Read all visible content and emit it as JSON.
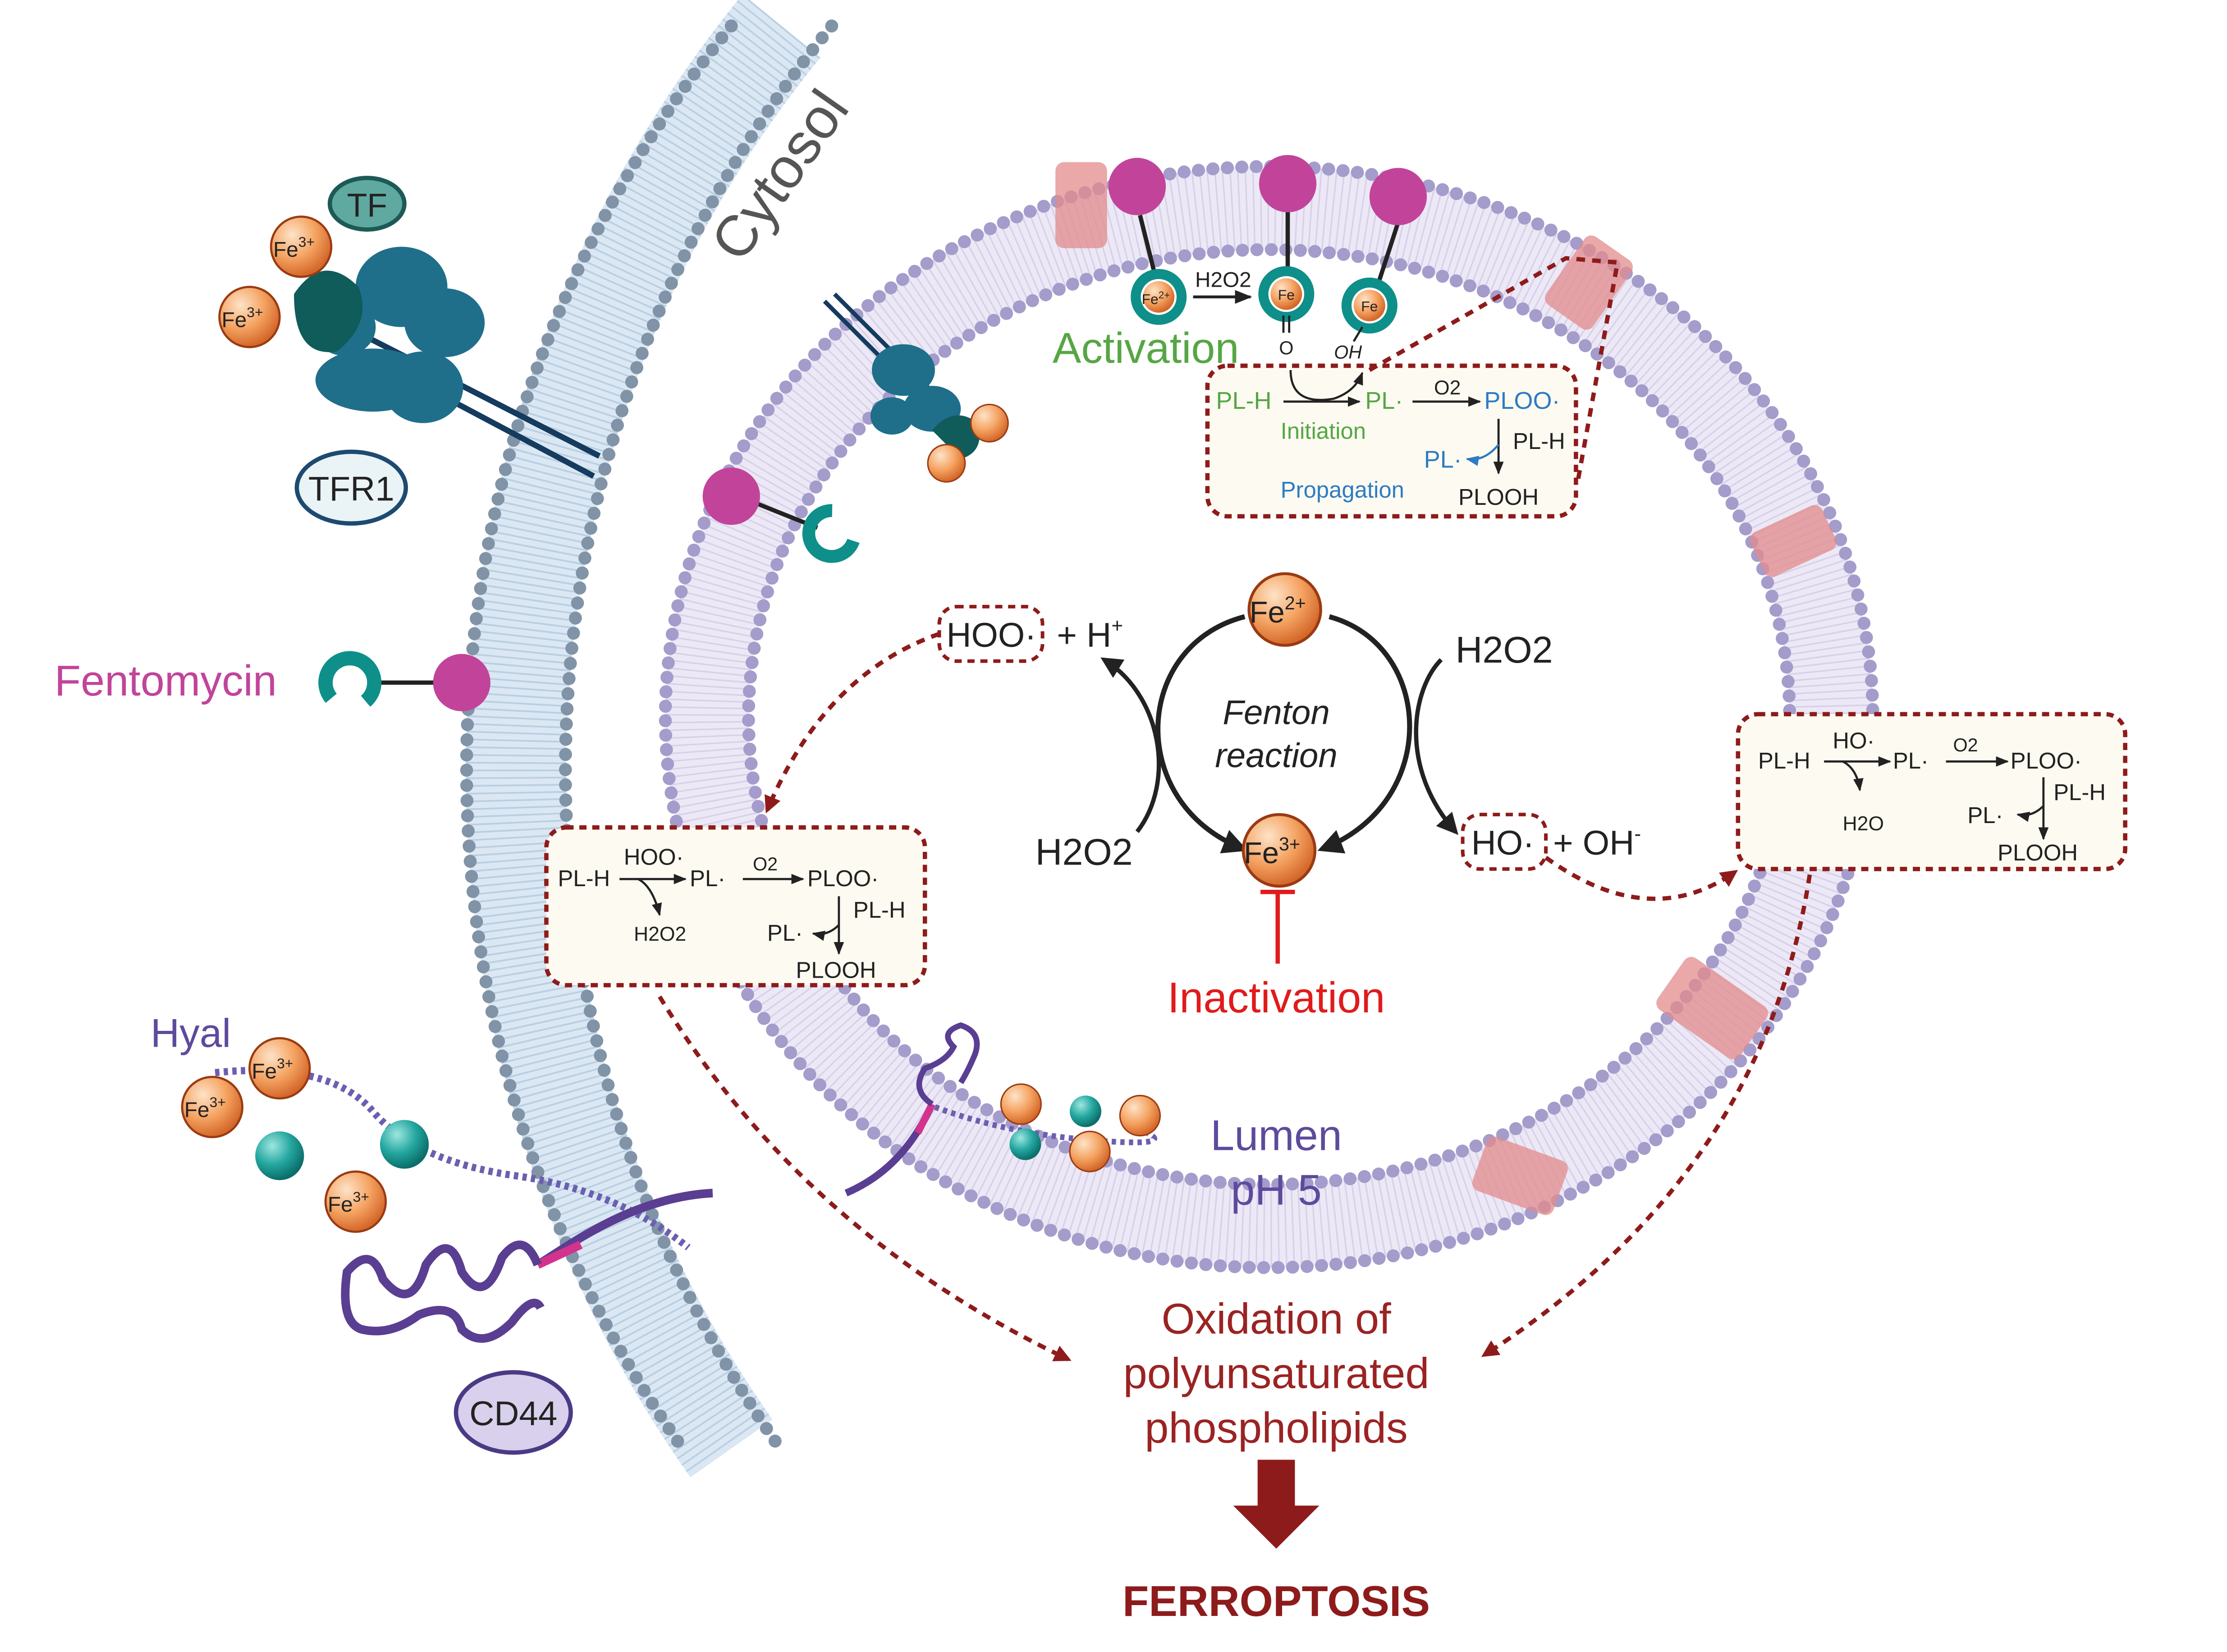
{
  "labels": {
    "cytosol": "Cytosol",
    "tf": "TF",
    "tfr1": "TFR1",
    "fentomycin": "Fentomycin",
    "hyal": "Hyal",
    "cd44": "CD44",
    "lumen": "Lumen",
    "ph": "pH 5",
    "activation": "Activation",
    "fenton_line1": "Fenton",
    "fenton_line2": "reaction",
    "inactivation": "Inactivation",
    "oxidation_line1": "Oxidation of",
    "oxidation_line2": "polyunsaturated",
    "oxidation_line3": "phospholipids",
    "ferroptosis": "FERROPTOSIS"
  },
  "ions": {
    "fe3": "Fe",
    "fe3_sup": "3+",
    "fe2": "Fe",
    "fe2_sup": "2+",
    "fe": "Fe"
  },
  "fenton": {
    "top_ion": "Fe",
    "top_sup": "2+",
    "bottom_ion": "Fe",
    "bottom_sup": "3+",
    "h2o2_right": "H2O2",
    "h2o2_left": "H2O2",
    "hoo_product": "HOO·",
    "h_plus": "+ H",
    "h_plus_sup": "+",
    "ho_product": "HO·",
    "oh_minus": "+ OH",
    "oh_minus_sup": "-"
  },
  "activation_scheme": {
    "h2o2": "H2O2",
    "oxo_o": "O",
    "oh": "OH"
  },
  "box_top": {
    "plh": "PL-H",
    "pl_rad": "PL·",
    "o2": "O2",
    "ploo": "PLOO·",
    "initiation": "Initiation",
    "plh2": "PL-H",
    "pl_rad2": "PL·",
    "propagation": "Propagation",
    "plooh": "PLOOH"
  },
  "box_left": {
    "hoo": "HOO·",
    "plh": "PL-H",
    "pl_rad": "PL·",
    "o2": "O2",
    "ploo": "PLOO·",
    "h2o2": "H2O2",
    "pl_rad2": "PL·",
    "plh2": "PL-H",
    "plooh": "PLOOH"
  },
  "box_right": {
    "ho": "HO·",
    "plh": "PL-H",
    "pl_rad": "PL·",
    "o2": "O2",
    "ploo": "PLOO·",
    "h2o": "H2O",
    "pl_rad2": "PL·",
    "plh2": "PL-H",
    "plooh": "PLOOH"
  },
  "colors": {
    "magenta": "#c1449a",
    "teal": "#0e8f8a",
    "dark_red": "#8e1b1b",
    "green": "#56a644",
    "blue": "#2e7bc4",
    "red": "#e01b1b",
    "purple": "#5e4a9c",
    "orange": "#f08b3c"
  }
}
